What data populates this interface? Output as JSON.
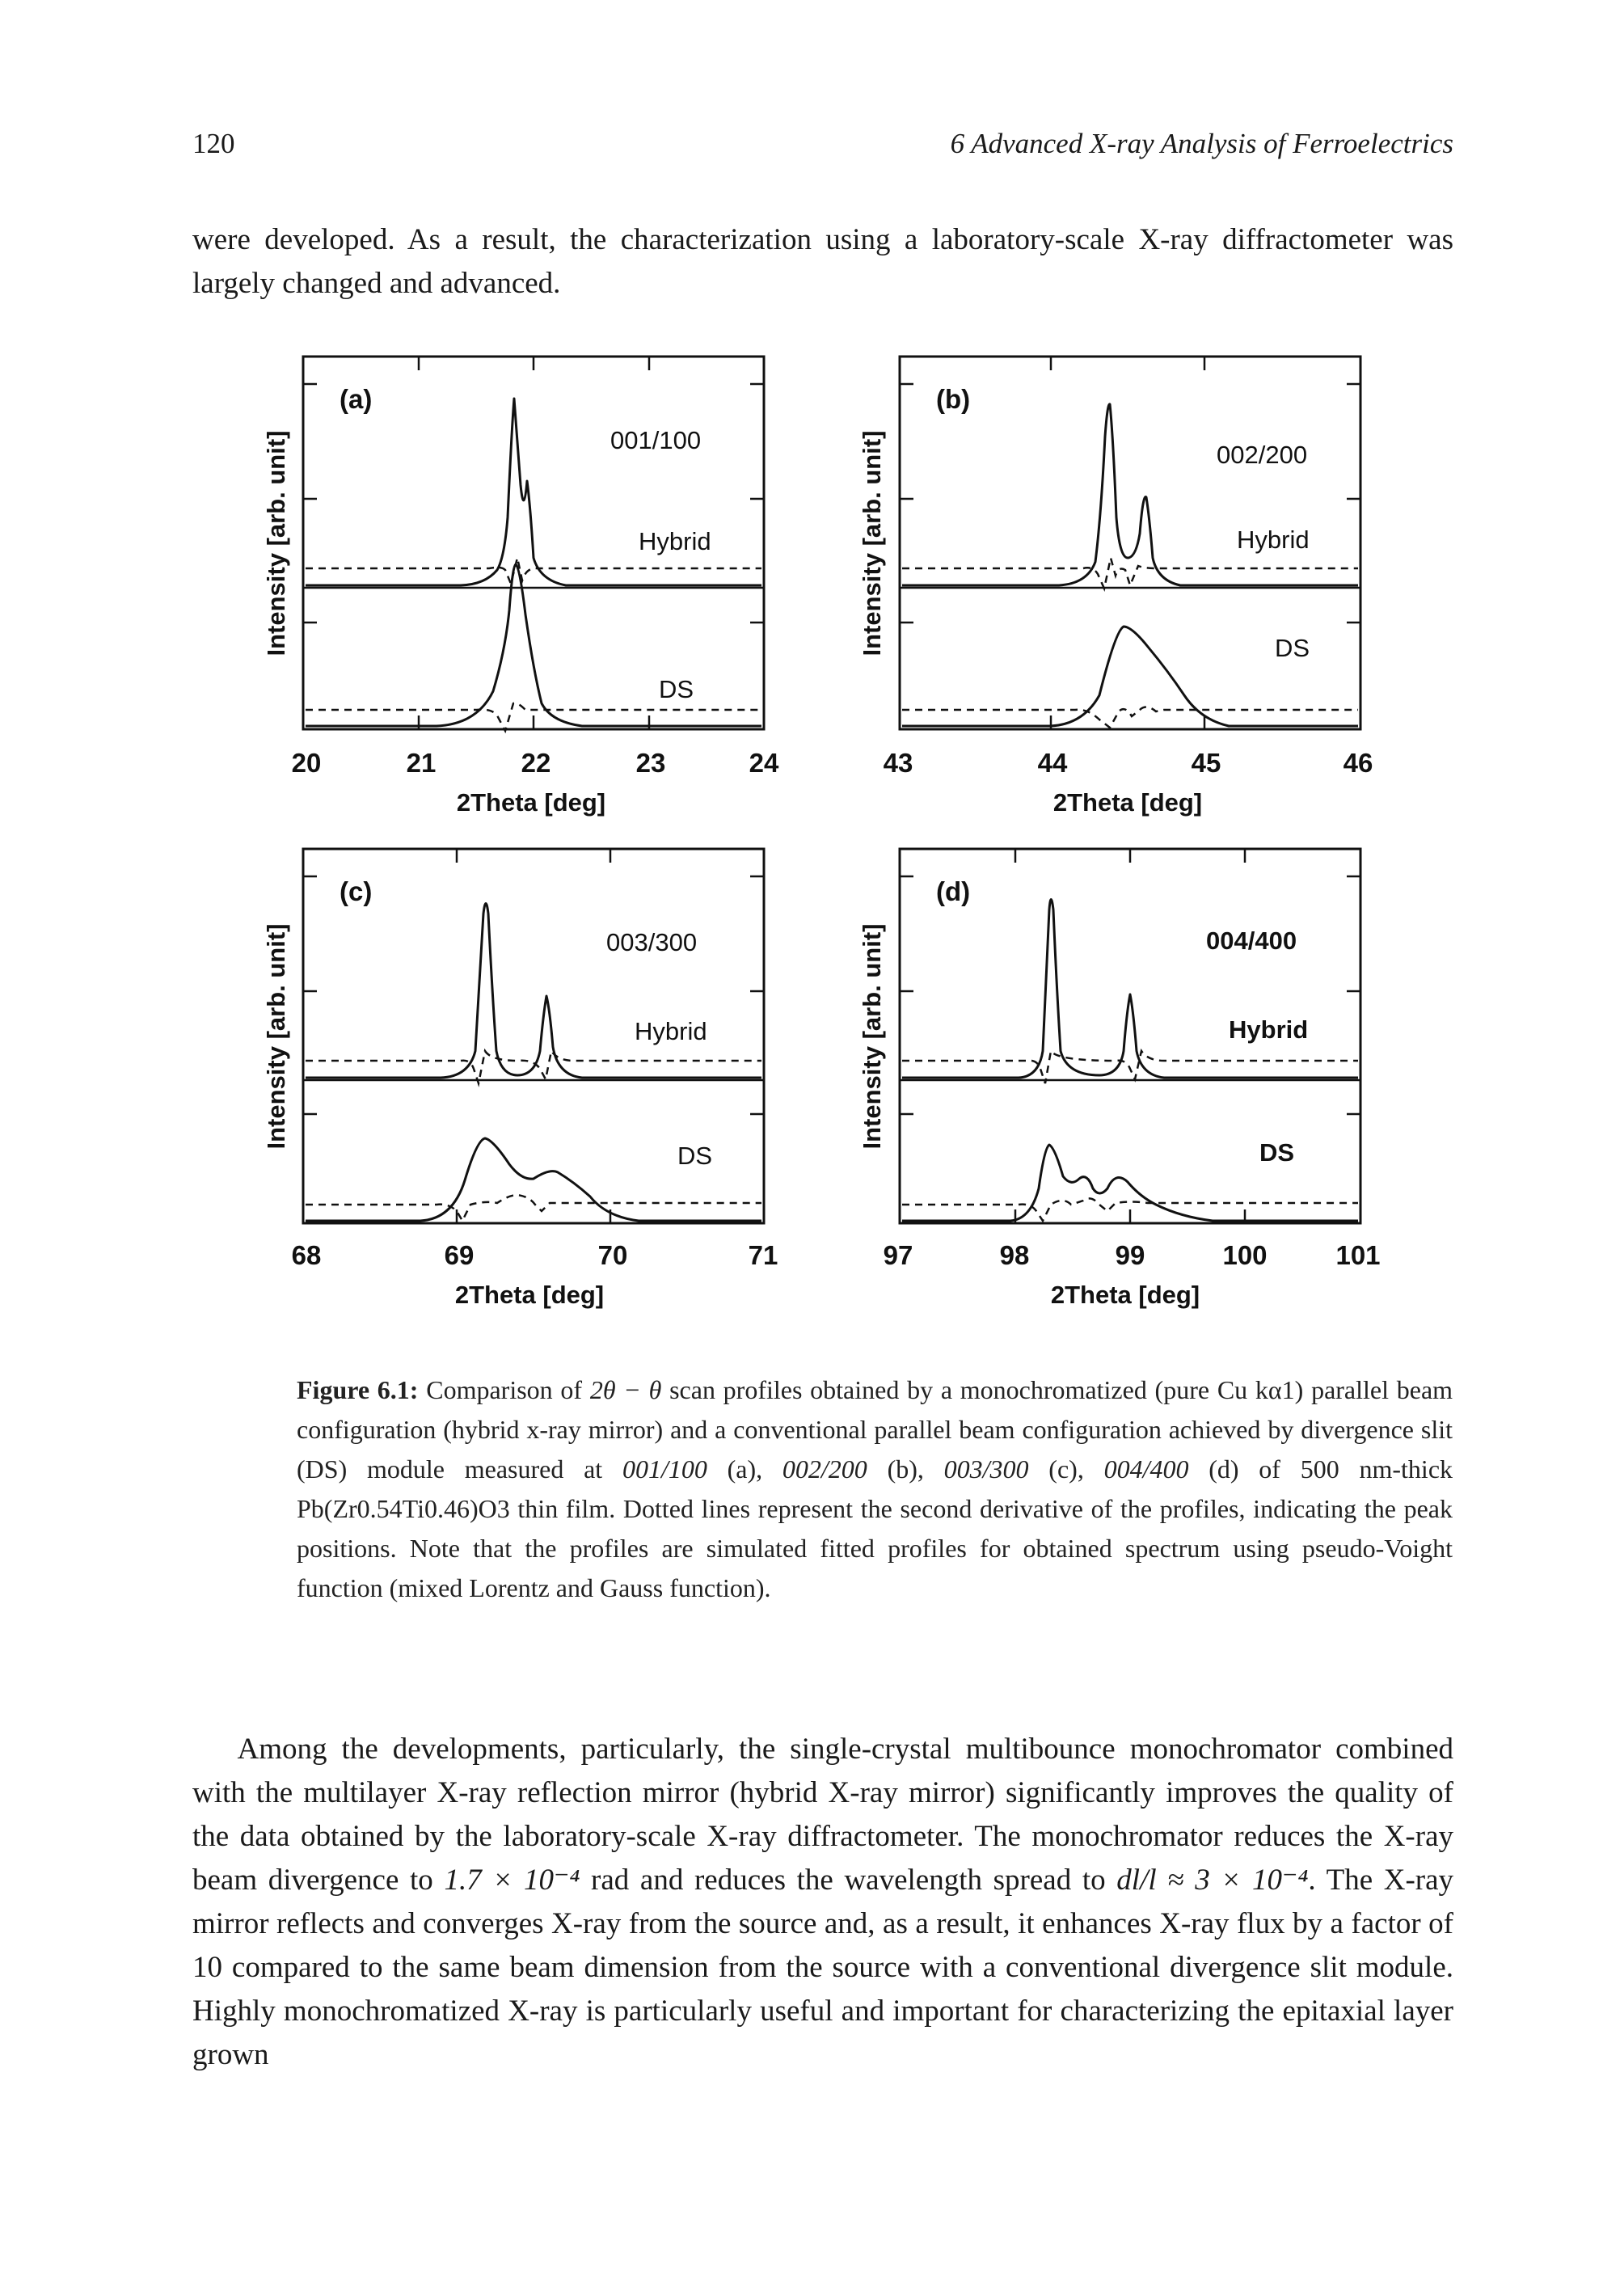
{
  "header": {
    "page_number": "120",
    "running_head": "6 Advanced X-ray Analysis of Ferroelectrics"
  },
  "paragraph_top": "were developed. As a result, the characterization using a laboratory-scale X-ray diffractometer was largely changed and advanced.",
  "figure": {
    "y_axis_label": "Intensity [arb. unit]",
    "x_axis_label": "2Theta [deg]",
    "upper_label": "Hybrid",
    "lower_label": "DS",
    "panels": [
      {
        "id": "(a)",
        "reflection": "001/100",
        "ticks": [
          "20",
          "21",
          "22",
          "23",
          "24"
        ]
      },
      {
        "id": "(b)",
        "reflection": "002/200",
        "ticks": [
          "43",
          "44",
          "45",
          "46"
        ]
      },
      {
        "id": "(c)",
        "reflection": "003/300",
        "ticks": [
          "68",
          "69",
          "70",
          "71"
        ]
      },
      {
        "id": "(d)",
        "reflection": "004/400",
        "ticks": [
          "97",
          "98",
          "99",
          "100",
          "101"
        ]
      }
    ]
  },
  "caption": {
    "label": "Figure 6.1:",
    "part1": "Comparison of",
    "formula": "2θ − θ",
    "part2": "scan profiles obtained by a monochromatized (pure Cu kα1) parallel beam configuration (hybrid x-ray mirror) and a conventional parallel beam configuration achieved by divergence slit (DS) module measured at",
    "r1": "001/100",
    "t1": "(a),",
    "r2": "002/200",
    "t2": "(b),",
    "r3": "003/300",
    "t3": "(c),",
    "r4": "004/400",
    "t4": "(d) of 500 nm-thick Pb(Zr0.54Ti0.46)O3 thin film. Dotted lines represent the second derivative of the profiles, indicating the peak positions. Note that the profiles are simulated fitted profiles for obtained spectrum using pseudo-Voight function (mixed Lorentz and Gauss function)."
  },
  "paragraph_bottom": {
    "part1": "Among the developments, particularly, the single-crystal multibounce monochromator combined with the multilayer X-ray reflection mirror (hybrid X-ray mirror) significantly improves the quality of the data obtained by the laboratory-scale X-ray diffractometer. The monochromator reduces the X-ray beam divergence to",
    "divergence": "1.7 × 10⁻⁴",
    "part2": "rad and reduces the wavelength spread to",
    "spread": "dl/l ≈ 3 × 10⁻⁴",
    "part3": ". The X-ray mirror reflects and converges X-ray from the source and, as a result, it enhances X-ray flux by a factor of 10 compared to the same beam dimension from the source with a conventional divergence slit module. Highly monochromatized X-ray is particularly useful and important for characterizing the epitaxial layer grown"
  }
}
